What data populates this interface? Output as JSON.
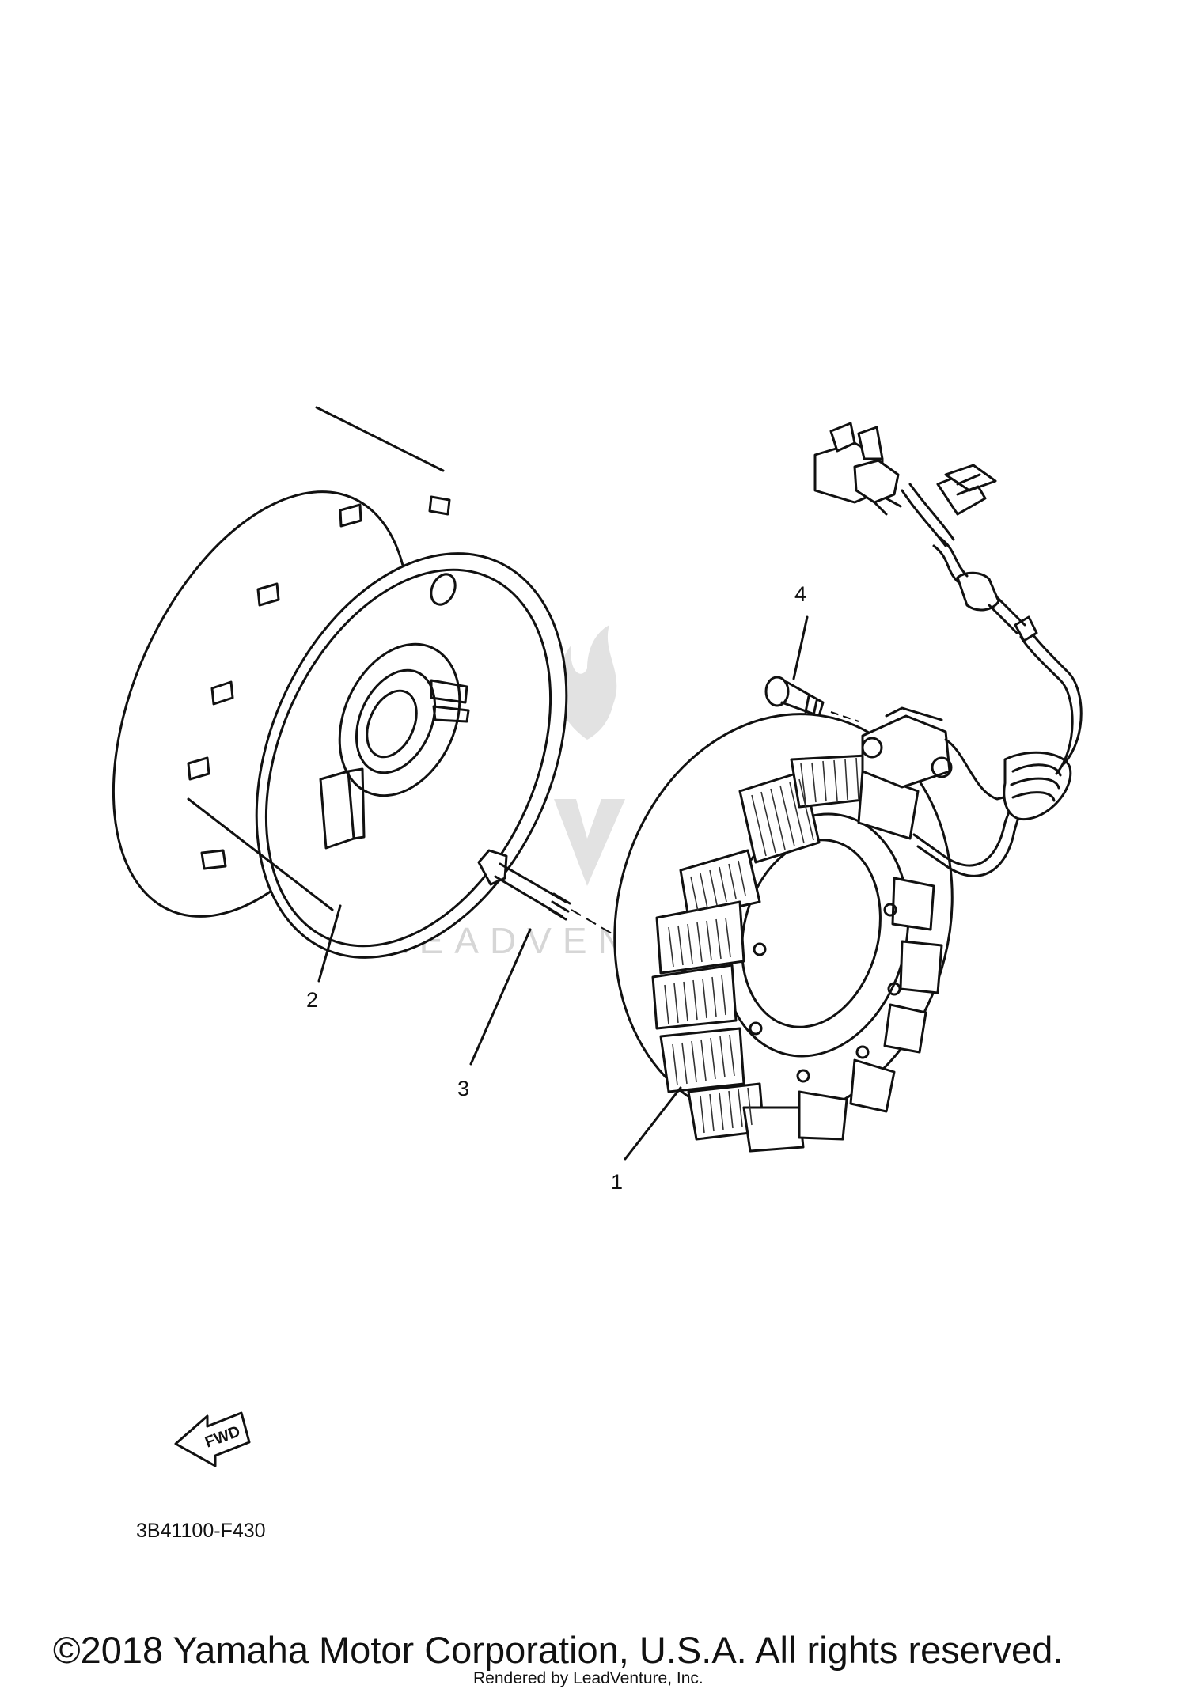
{
  "diagram": {
    "callouts": {
      "stator": "1",
      "rotor": "2",
      "bolt": "3",
      "screw": "4"
    },
    "fwd_label": "FWD",
    "part_code": "3B41100-F430",
    "watermark": "LEADVENTURE",
    "copyright": "©2018 Yamaha Motor Corporation, U.S.A. All rights reserved.",
    "rendered_by": "Rendered by LeadVenture, Inc."
  }
}
